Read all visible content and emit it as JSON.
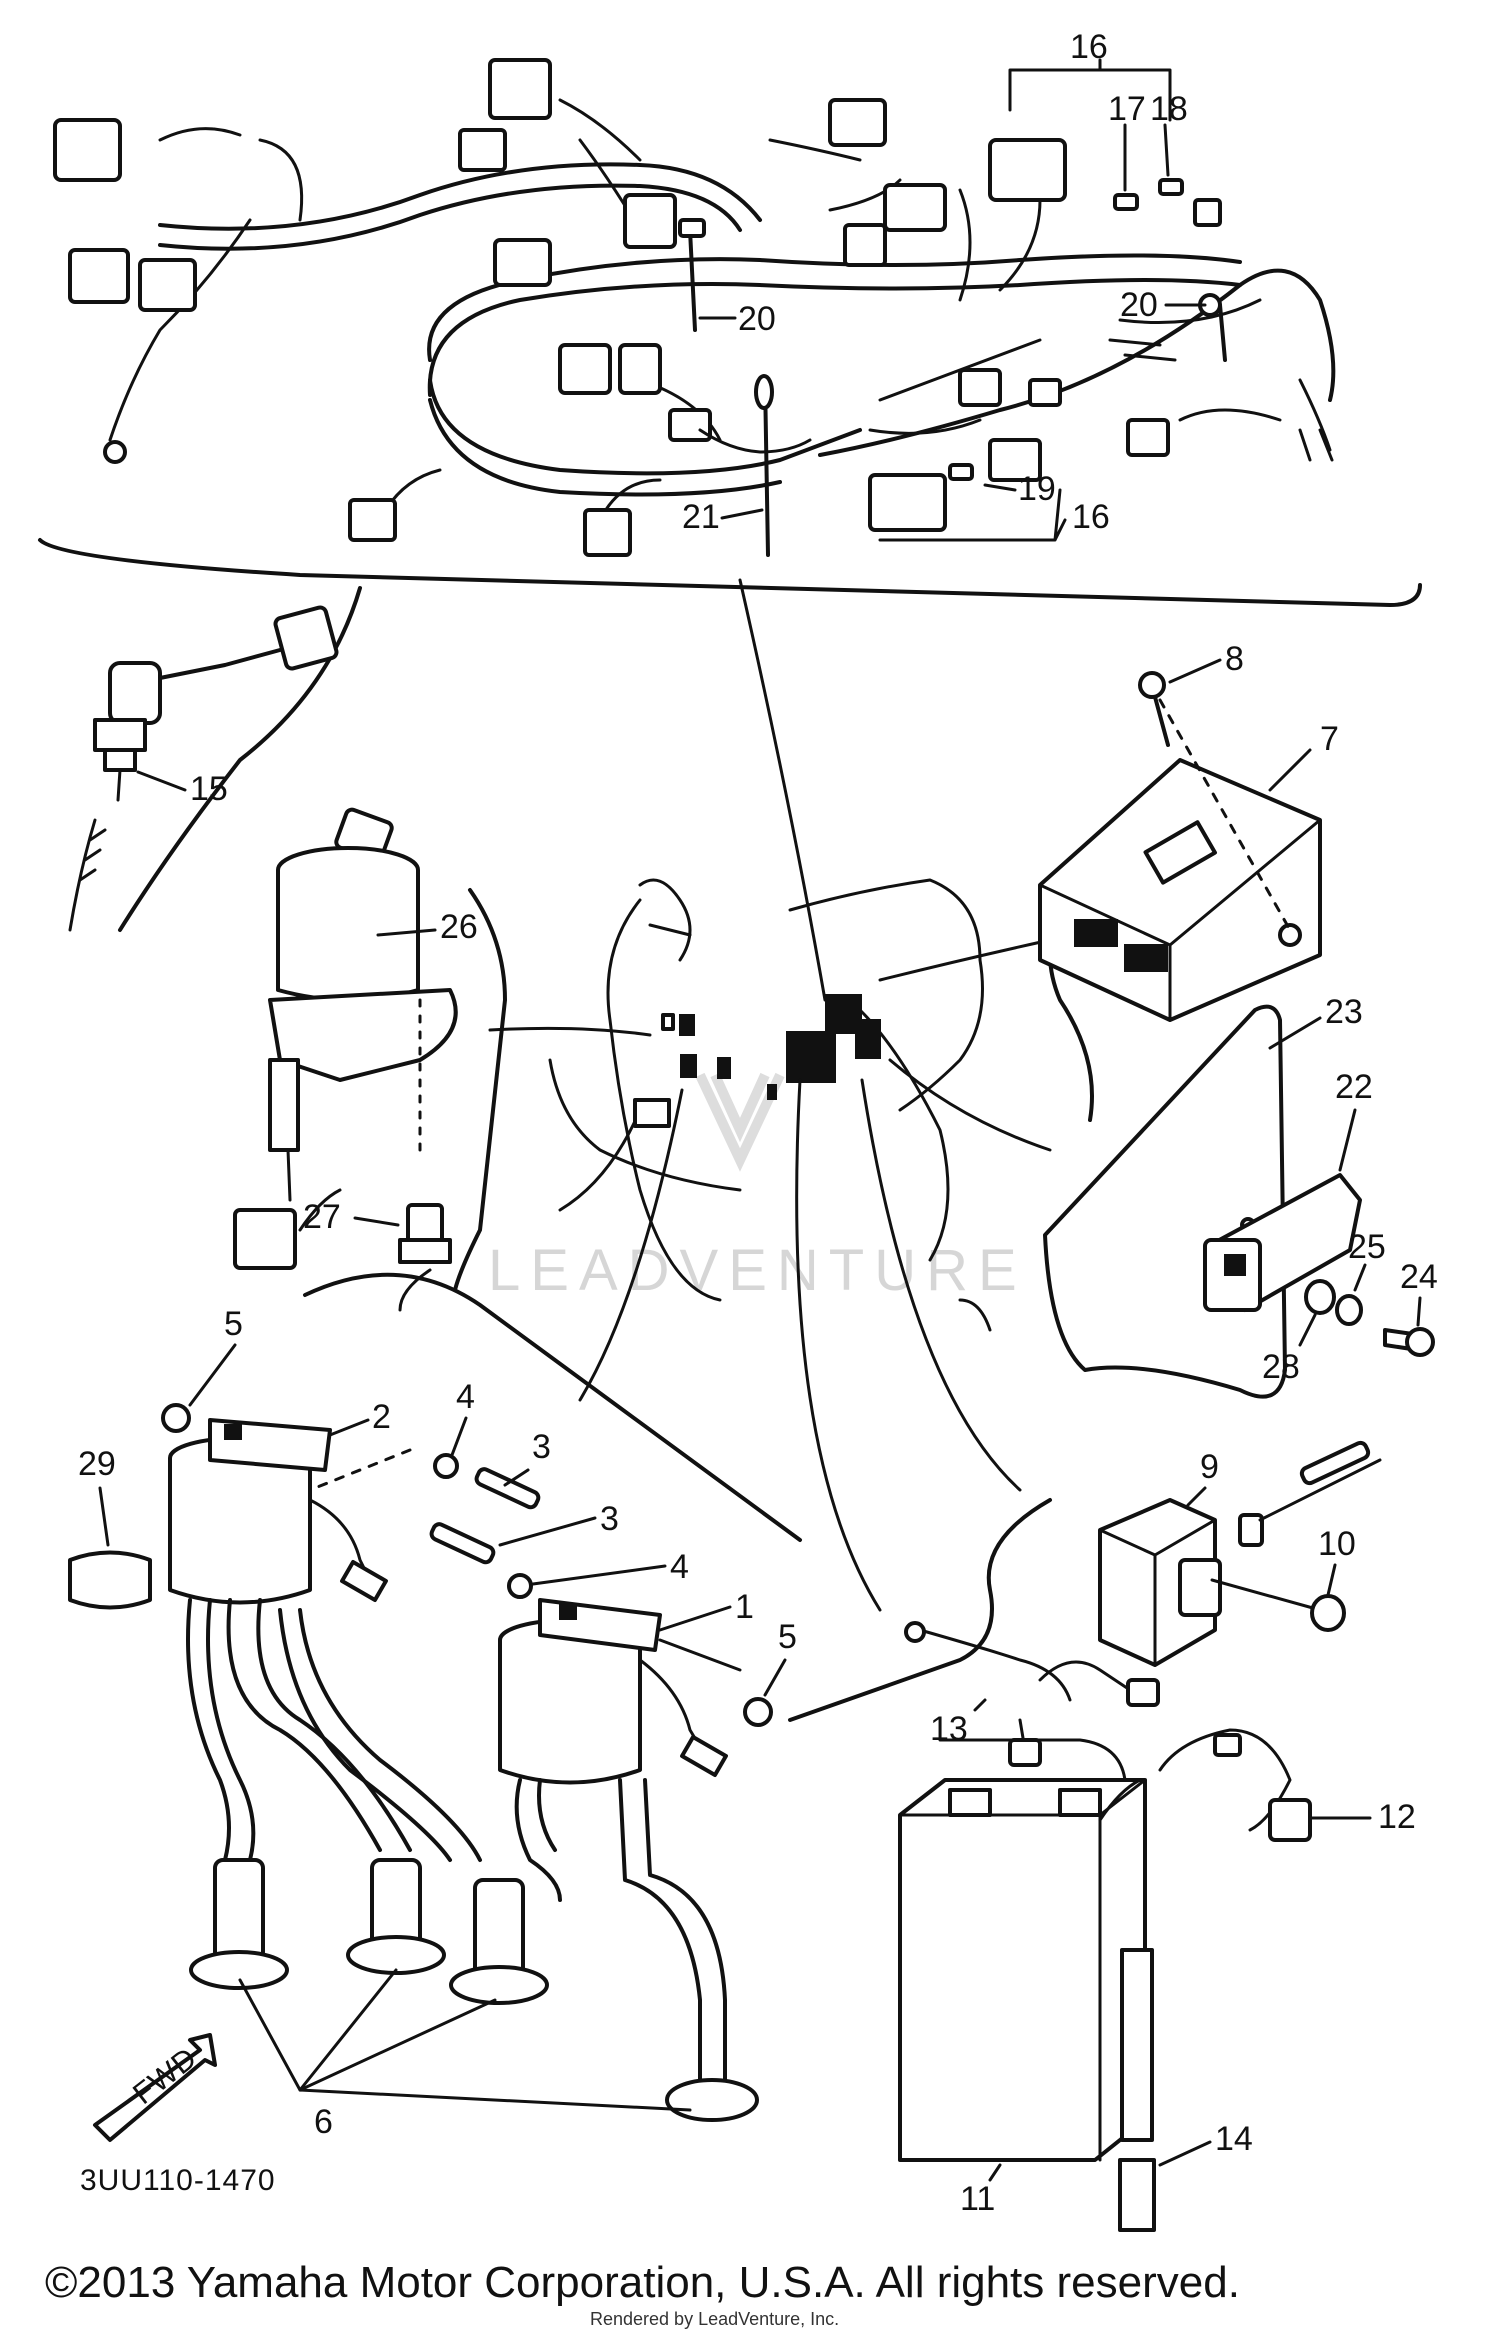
{
  "diagram": {
    "part_code": "3UU110-1470",
    "front_label": "FWD",
    "watermark": "LEADVENTURE",
    "copyright": "©2013 Yamaha Motor Corporation, U.S.A. All rights reserved.",
    "rendered_by": "Rendered by LeadVenture, Inc.",
    "callouts": [
      "1",
      "2",
      "3",
      "3",
      "4",
      "4",
      "5",
      "5",
      "6",
      "7",
      "8",
      "9",
      "10",
      "11",
      "12",
      "13",
      "14",
      "15",
      "16",
      "16",
      "17",
      "18",
      "19",
      "20",
      "20",
      "21",
      "22",
      "23",
      "24",
      "25",
      "26",
      "27",
      "28",
      "29"
    ]
  }
}
